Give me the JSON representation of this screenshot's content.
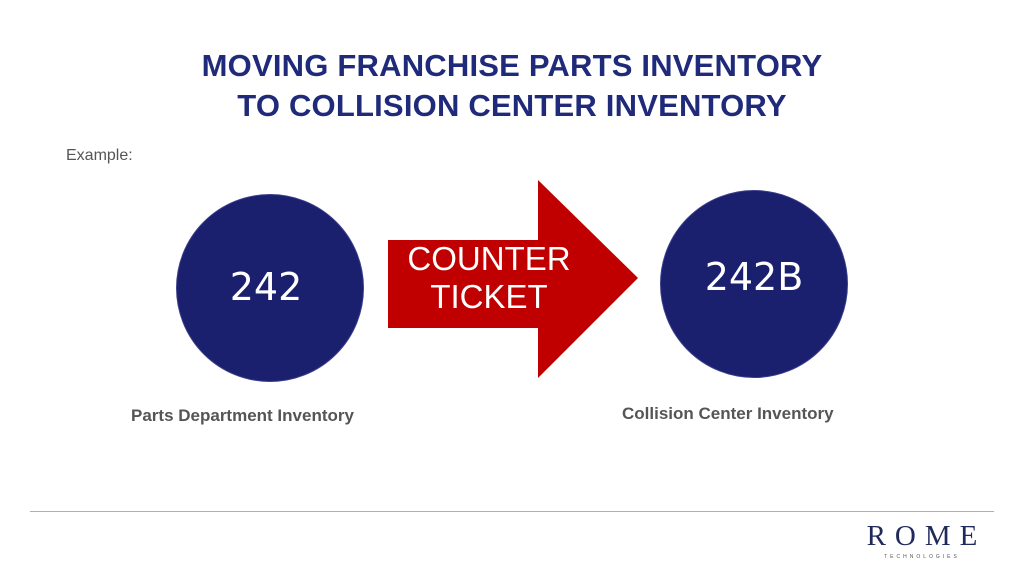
{
  "title": {
    "line1": "MOVING FRANCHISE PARTS INVENTORY",
    "line2": "TO COLLISION CENTER INVENTORY"
  },
  "example_label": "Example:",
  "source": {
    "number": "242",
    "caption": "Parts Department Inventory"
  },
  "arrow": {
    "line1": "COUNTER",
    "line2": "TICKET"
  },
  "target": {
    "number": "242B",
    "caption": "Collision Center Inventory"
  },
  "logo": {
    "word": "ROME",
    "subtitle": "TECHNOLOGIES"
  },
  "colors": {
    "title": "#1f2a7a",
    "circle_fill": "#1a1f6e",
    "arrow_fill": "#c00000"
  }
}
